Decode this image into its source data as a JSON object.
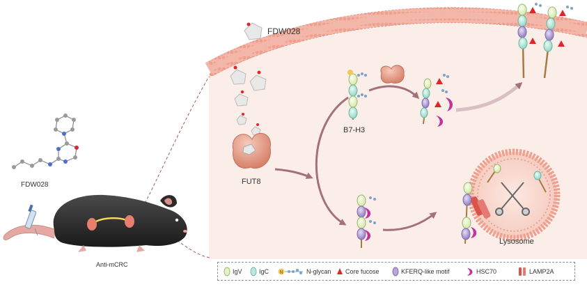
{
  "labels": {
    "drug_top": "FDW028",
    "drug_structure": "FDW028",
    "fut8": "FUT8",
    "b7h3": "B7-H3",
    "mouse": "Anti-mCRC",
    "lysosome": "Lysosome",
    "n_letter": "N"
  },
  "legend": [
    {
      "label": "IgV",
      "icon": "igv-oval-icon"
    },
    {
      "label": "IgC",
      "icon": "igc-oval-icon"
    },
    {
      "label": "N-glycan",
      "icon": "n-glycan-icon"
    },
    {
      "label": "Core fucose",
      "icon": "core-fucose-triangle-icon"
    },
    {
      "label": "KFERQ-like motif",
      "icon": "kferq-motif-icon"
    },
    {
      "label": "HSC70",
      "icon": "hsc70-crescent-icon"
    },
    {
      "label": "LAMP2A",
      "icon": "lamp2a-icon"
    }
  ],
  "colors": {
    "membrane": "#f2b7a8",
    "cytoplasm": "#fbeee9",
    "arrow": "#b07a80",
    "fut8": "#e9a08c",
    "igv": "#e6f2c8",
    "igc": "#bfe7dd",
    "kferq": "#b7a6d6",
    "hsc70": "#c2349a",
    "lamp2a": "#d9534a",
    "fucose": "#e0252a",
    "drug": "#dcdcdc"
  }
}
